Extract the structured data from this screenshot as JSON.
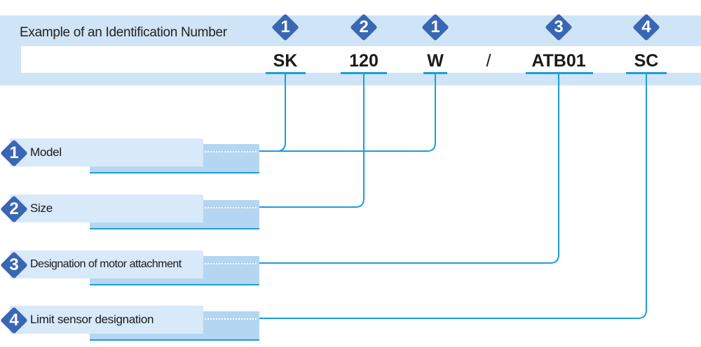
{
  "header": {
    "title": "Example of an Identification Number"
  },
  "code_parts": [
    {
      "text": "SK",
      "badge": "1"
    },
    {
      "text": "120",
      "badge": "2"
    },
    {
      "text": "W",
      "badge": "1"
    },
    {
      "text": "/",
      "badge": ""
    },
    {
      "text": "ATB01",
      "badge": "3"
    },
    {
      "text": "SC",
      "badge": "4"
    }
  ],
  "items": [
    {
      "badge": "1",
      "label": "Model"
    },
    {
      "badge": "2",
      "label": "Size"
    },
    {
      "badge": "3",
      "label": "Designation of motor attachment"
    },
    {
      "badge": "4",
      "label": "Limit sensor designation"
    }
  ],
  "colors": {
    "band": "#cfe4f7",
    "badge": "#3a67b3",
    "line": "#1b9ed9"
  }
}
